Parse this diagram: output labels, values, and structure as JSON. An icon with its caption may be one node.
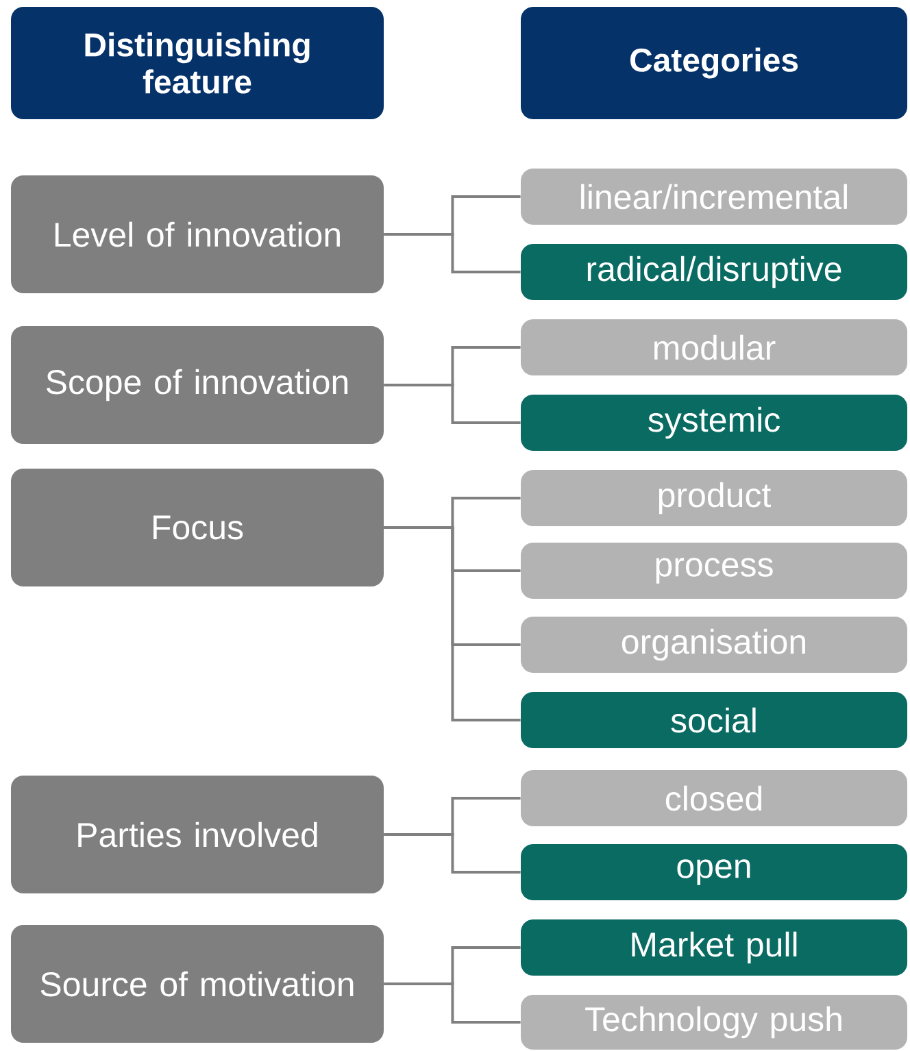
{
  "diagram": {
    "nodes": [
      {
        "text": [
          "Distinguishing feature"
        ]
      },
      {
        "text": [
          "Categories"
        ]
      },
      {
        "text": [
          "Level of innovation"
        ]
      },
      {
        "text": [
          "linear/incremental"
        ]
      },
      {
        "text": [
          "radical/disruptive"
        ]
      },
      {
        "text": [
          "Scope of innovation"
        ]
      },
      {
        "text": [
          "modular"
        ]
      },
      {
        "text": [
          "systemic"
        ]
      },
      {
        "text": [
          "Focus"
        ]
      },
      {
        "text": [
          "product"
        ]
      },
      {
        "text": [
          "process"
        ]
      },
      {
        "text": [
          "organisation"
        ]
      },
      {
        "text": [
          "social"
        ]
      },
      {
        "text": [
          "Parties involved"
        ]
      },
      {
        "text": [
          "closed"
        ]
      },
      {
        "text": [
          "open"
        ]
      },
      {
        "text": [
          "Source of motivation"
        ]
      },
      {
        "text": [
          "Market pull"
        ]
      },
      {
        "text": [
          "Technology push"
        ]
      }
    ],
    "edges": [
      {
        "from": 2,
        "to": 3,
        "arrow": "none"
      },
      {
        "from": 2,
        "to": 4,
        "arrow": "none"
      },
      {
        "from": 5,
        "to": 6,
        "arrow": "none"
      },
      {
        "from": 5,
        "to": 7,
        "arrow": "none"
      },
      {
        "from": 8,
        "to": 9,
        "arrow": "none"
      },
      {
        "from": 8,
        "to": 10,
        "arrow": "none"
      },
      {
        "from": 8,
        "to": 11,
        "arrow": "none"
      },
      {
        "from": 8,
        "to": 12,
        "arrow": "none"
      },
      {
        "from": 13,
        "to": 14,
        "arrow": "none"
      },
      {
        "from": 13,
        "to": 15,
        "arrow": "none"
      },
      {
        "from": 16,
        "to": 17,
        "arrow": "none"
      },
      {
        "from": 16,
        "to": 18,
        "arrow": "none"
      }
    ]
  }
}
